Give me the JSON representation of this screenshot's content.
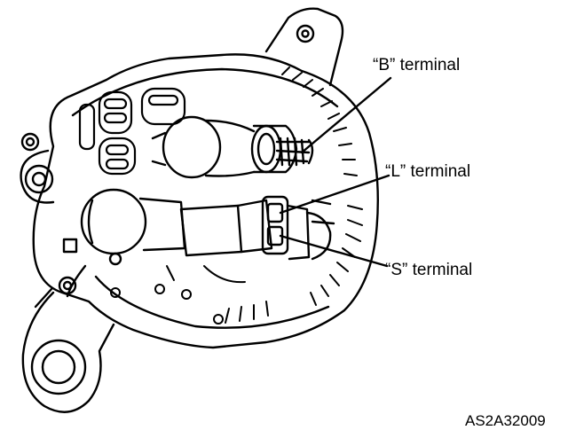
{
  "labels": {
    "b_terminal": "“B” terminal",
    "l_terminal": "“L” terminal",
    "s_terminal": "“S” terminal"
  },
  "figure_code": "AS2A32009",
  "colors": {
    "ink": "#000000",
    "paper": "#ffffff"
  }
}
